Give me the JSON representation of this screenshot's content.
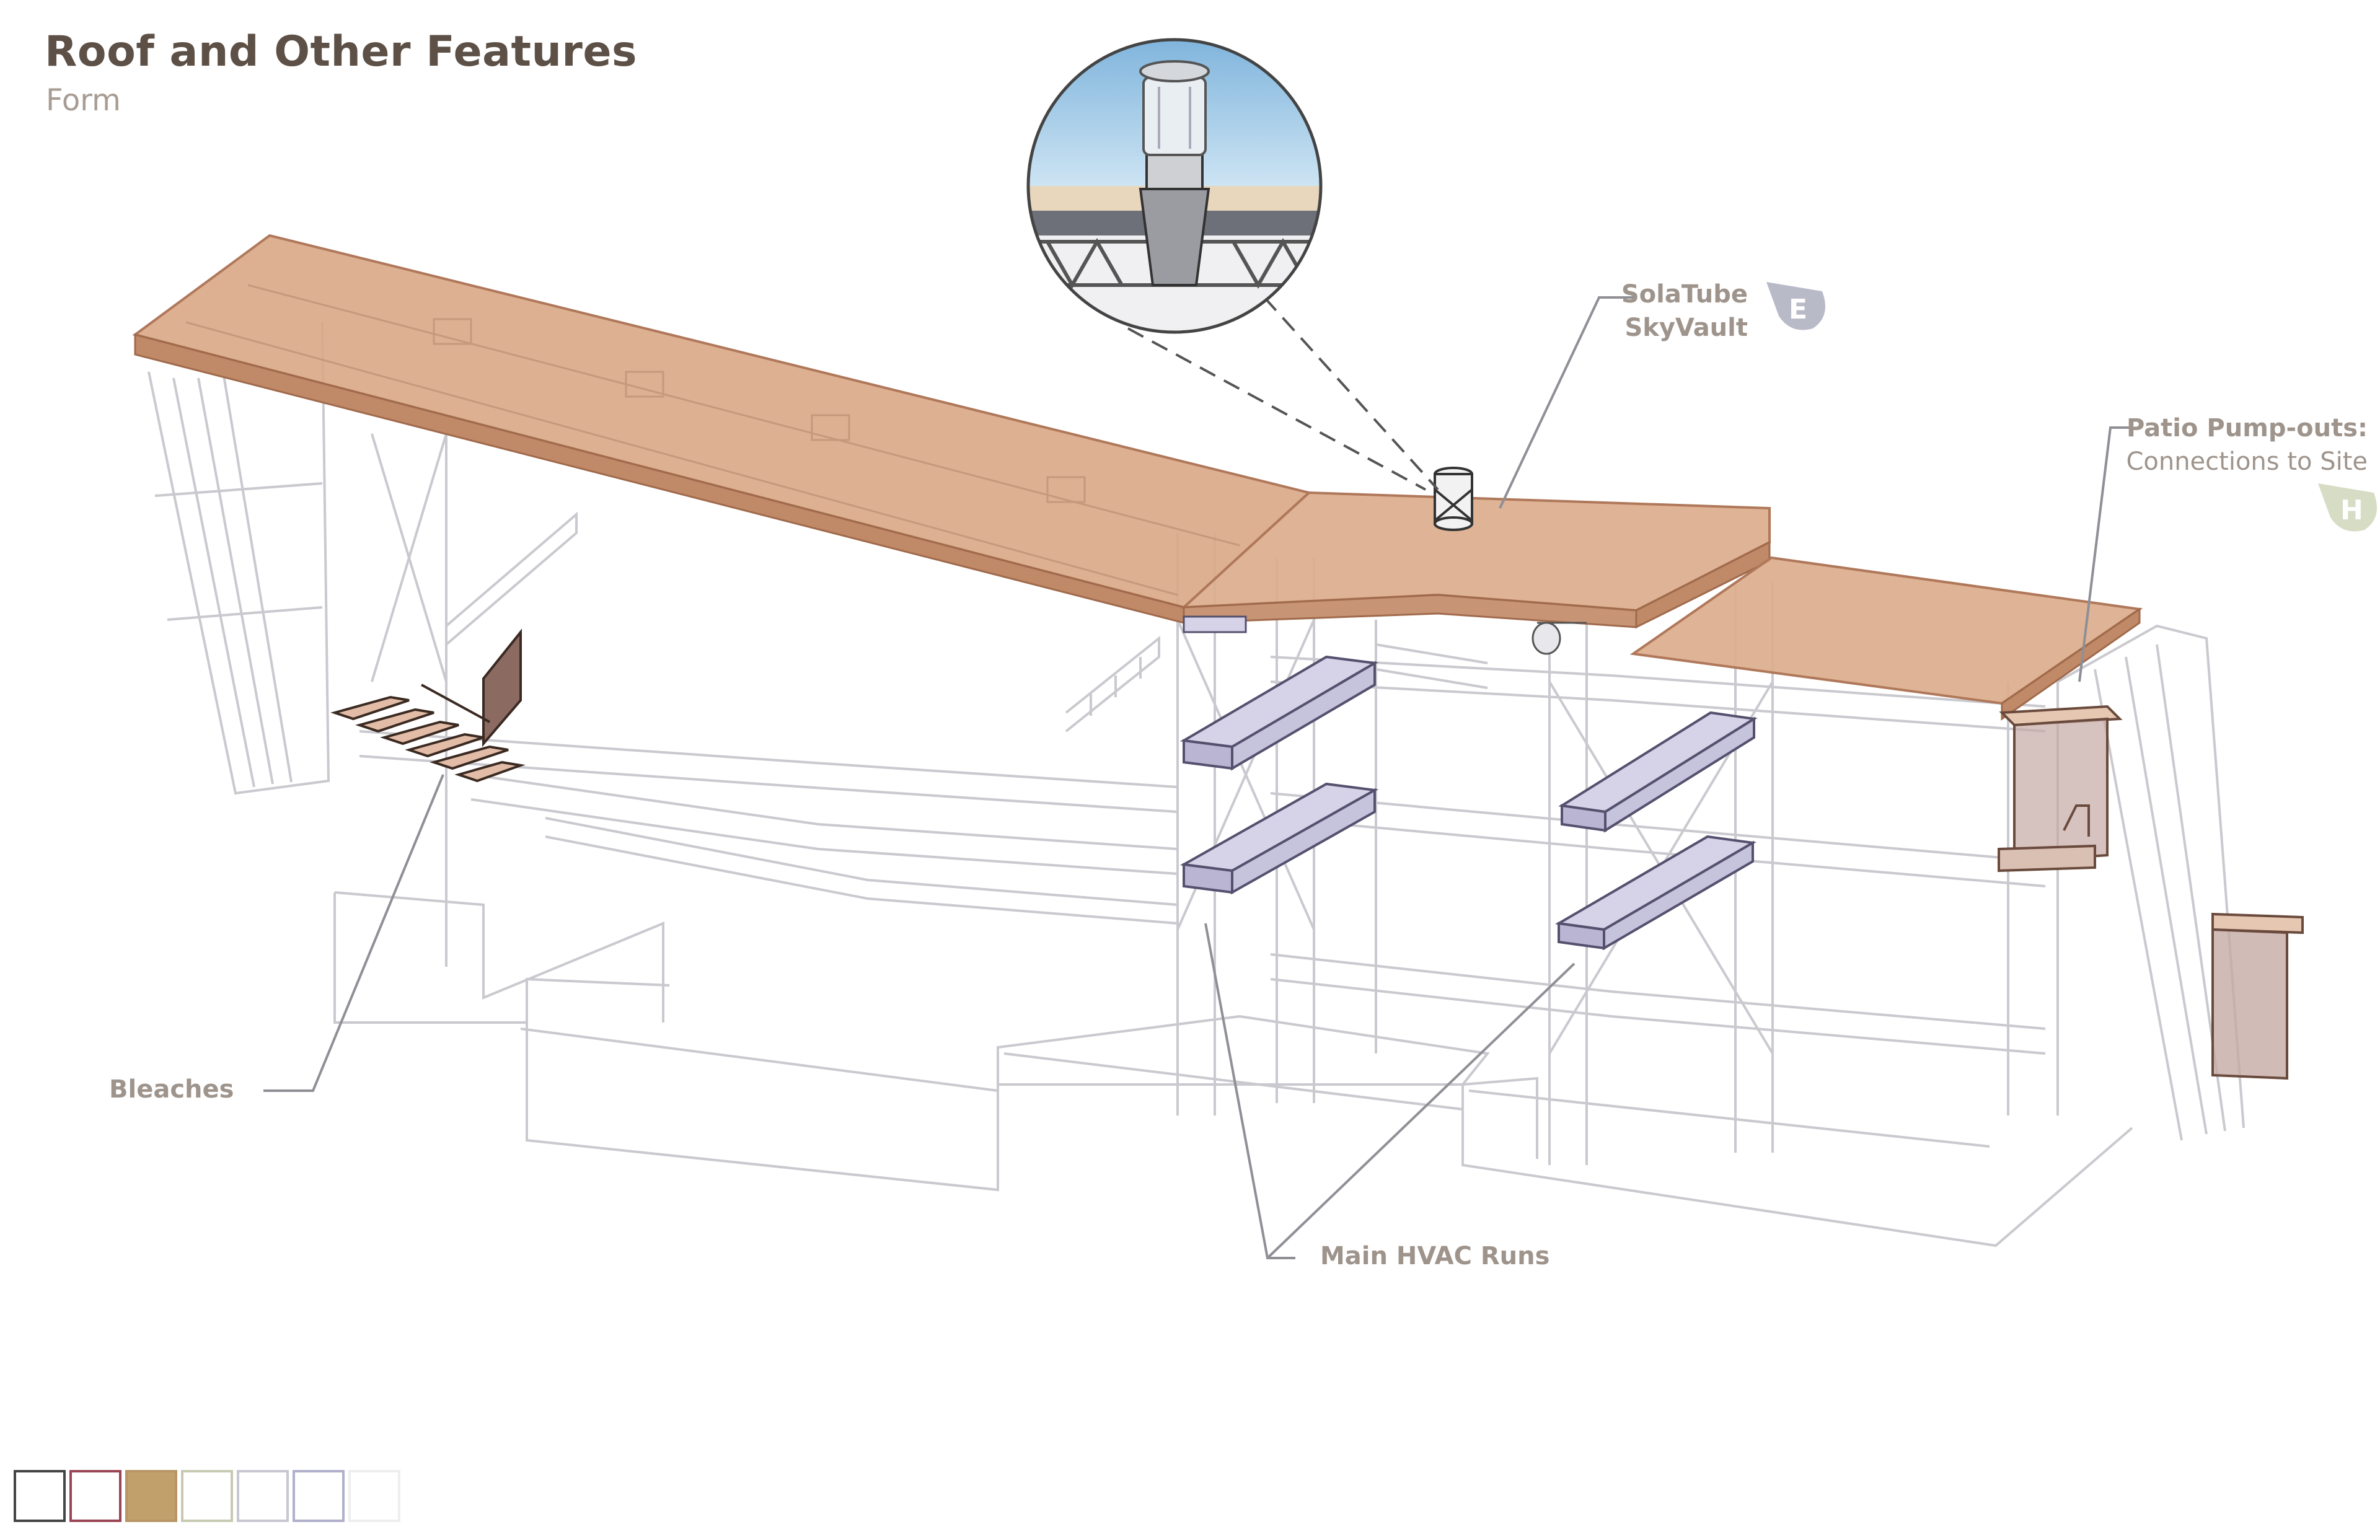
{
  "header": {
    "title": "Roof and Other Features",
    "subtitle": "Form"
  },
  "callouts": {
    "solatube_line1": "SolaTube",
    "solatube_line2": "SkyVault",
    "solatube_badge": "E",
    "patio_line1": "Patio Pump-outs:",
    "patio_line2": "Connections to Site",
    "patio_badge": "H",
    "bleaches": "Bleaches",
    "hvac": "Main HVAC Runs"
  },
  "colors": {
    "roof": "#d9a786",
    "roof_edge": "#b0785a",
    "duct": "#d6d3e8",
    "duct_edge": "#55506e",
    "frame": "#c9c9cf",
    "badge_e": "#b9bac8",
    "badge_h": "#d7dcc4"
  },
  "legend_swatches": [
    {
      "border": "#444444",
      "fill": "#ffffff"
    },
    {
      "border": "#9a4554",
      "fill": "#ffffff"
    },
    {
      "border": "#b99566",
      "fill": "#c2a06c"
    },
    {
      "border": "#c7c9b3",
      "fill": "#ffffff"
    },
    {
      "border": "#c6c7d0",
      "fill": "#ffffff"
    },
    {
      "border": "#b1b0cb",
      "fill": "#ffffff"
    },
    {
      "border": "#eeeeee",
      "fill": "#ffffff"
    }
  ]
}
